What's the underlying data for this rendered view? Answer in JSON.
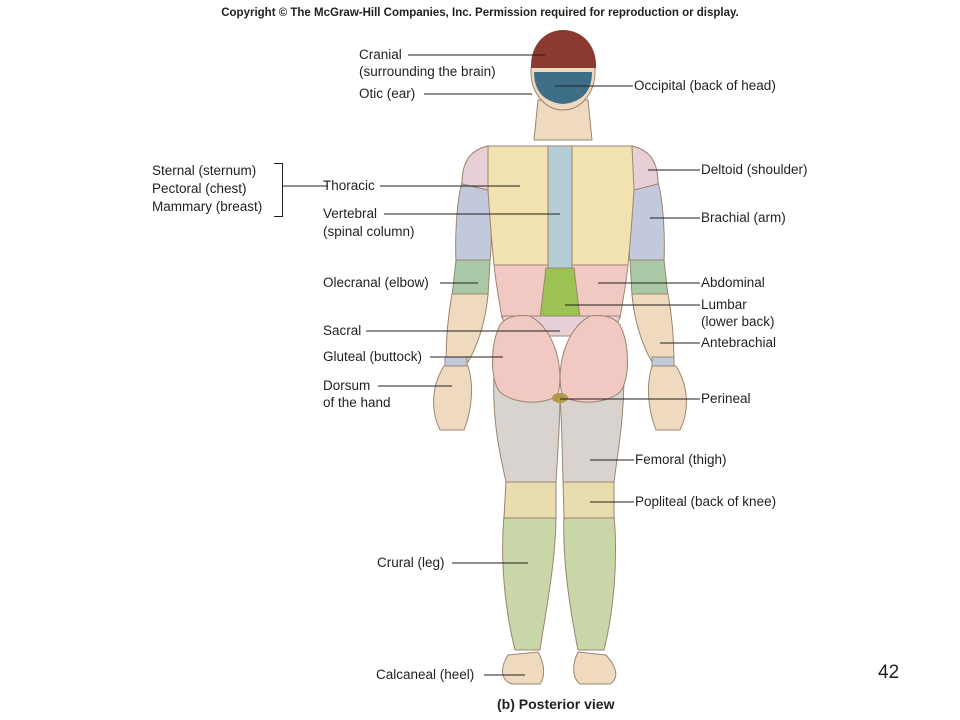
{
  "copyright": "Copyright © The McGraw-Hill Companies, Inc. Permission required for reproduction or display.",
  "page_number": "42",
  "caption": "(b) Posterior view",
  "labels": {
    "cranial": "Cranial",
    "cranial_sub": "(surrounding the brain)",
    "otic": "Otic (ear)",
    "occipital": "Occipital (back of head)",
    "sternal": "Sternal (sternum)",
    "pectoral": "Pectoral (chest)",
    "mammary": "Mammary (breast)",
    "thoracic": "Thoracic",
    "vertebral": "Vertebral",
    "vertebral_sub": "(spinal column)",
    "deltoid": "Deltoid (shoulder)",
    "brachial": "Brachial (arm)",
    "olecranal": "Olecranal (elbow)",
    "abdominal": "Abdominal",
    "lumbar": "Lumbar",
    "lumbar_sub": "(lower back)",
    "sacral": "Sacral",
    "antebrachial": "Antebrachial",
    "gluteal": "Gluteal (buttock)",
    "dorsum": "Dorsum",
    "dorsum_sub": "of the hand",
    "perineal": "Perineal",
    "femoral": "Femoral (thigh)",
    "popliteal": "Popliteal (back of knee)",
    "crural": "Crural (leg)",
    "calcaneal": "Calcaneal (heel)"
  },
  "colors": {
    "skin": "#efd9bf",
    "hair": "#8a3a2e",
    "occipital": "#3f6f86",
    "thoracic": "#f2e2b0",
    "vertebral": "#b6cdd8",
    "lumbar": "#9bc252",
    "deltoid": "#e8cfd6",
    "brachial": "#c3c9dc",
    "olecranal": "#a9c9a6",
    "gluteal": "#f2c8c2",
    "femoral": "#d9d3cf",
    "popliteal": "#e9dcae",
    "crural": "#c8d6a8"
  }
}
